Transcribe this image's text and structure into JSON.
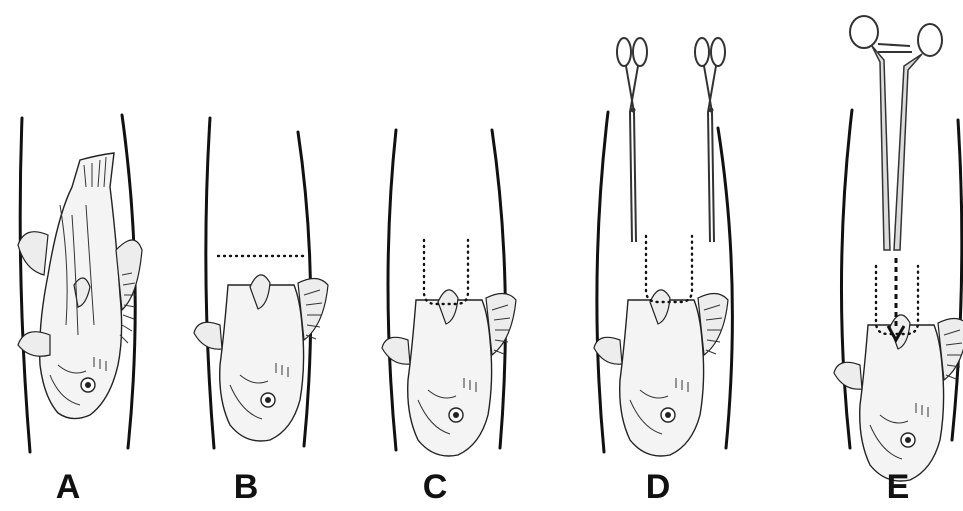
{
  "panels": [
    {
      "label": "A"
    },
    {
      "label": "B"
    },
    {
      "label": "C"
    },
    {
      "label": "D"
    },
    {
      "label": "E"
    }
  ],
  "icons": {
    "scissors": "scissors-icon",
    "forceps": "forceps-icon",
    "fish": "fish-icon"
  },
  "colors": {
    "line": "#111111",
    "fish_fill": "#f4f4f4"
  }
}
